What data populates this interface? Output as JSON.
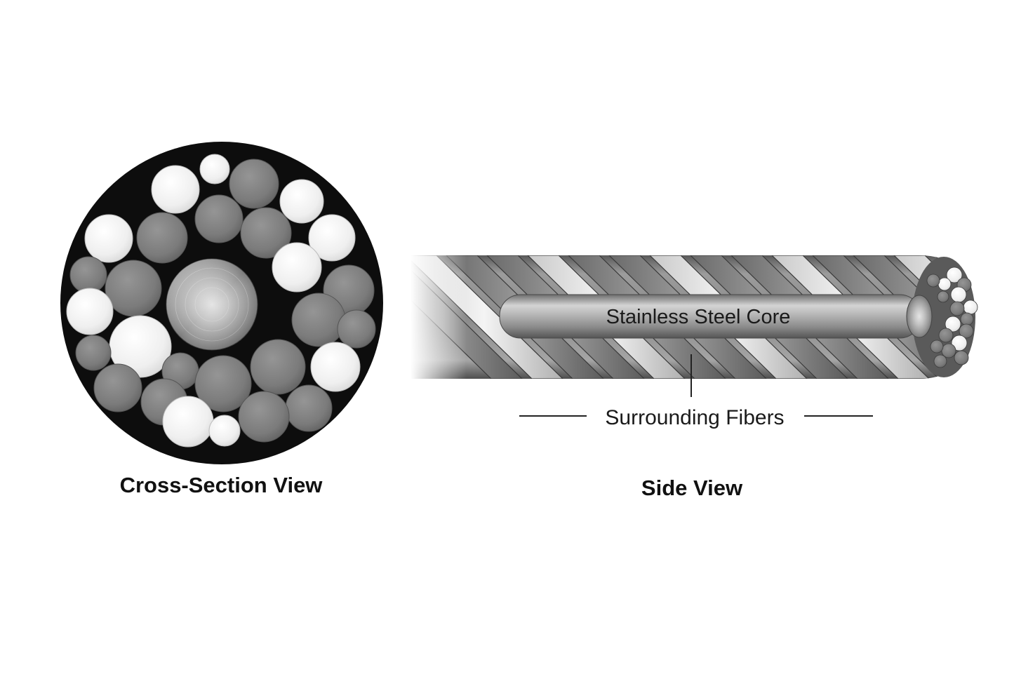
{
  "cross_section": {
    "caption": "Cross-Section View"
  },
  "side_view": {
    "caption": "Side View",
    "core_label": "Stainless Steel Core",
    "fibers_label": "Surrounding Fibers"
  },
  "colors": {
    "background": "#ffffff",
    "jacket": "#0d0d0d",
    "fiber_light": "#f1f1f1",
    "fiber_dark": "#7c7c7c",
    "core_steel": "#a6a6a6",
    "label_text": "#1a1a1a",
    "leader_line": "#222222"
  }
}
